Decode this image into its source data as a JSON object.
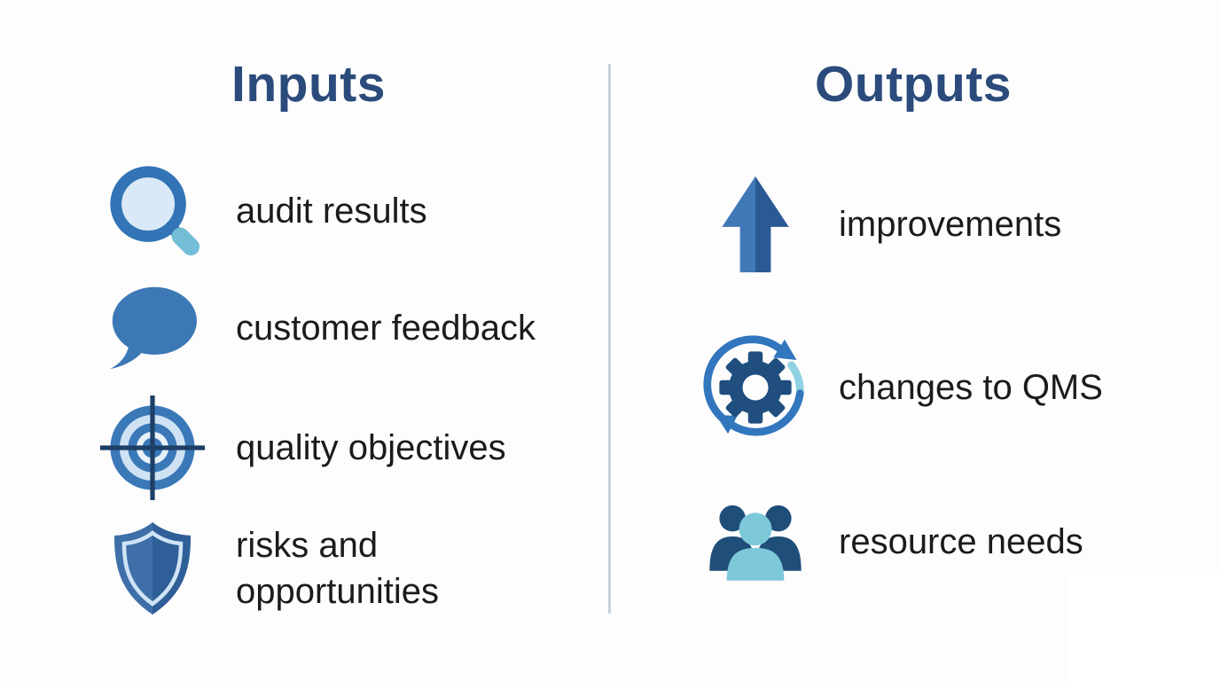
{
  "inputs": {
    "title": "Inputs",
    "items": [
      {
        "icon": "magnifier-icon",
        "label": "audit results"
      },
      {
        "icon": "speech-bubble-icon",
        "label": "customer feedback"
      },
      {
        "icon": "target-icon",
        "label": "quality objectives"
      },
      {
        "icon": "shield-icon",
        "label": "risks and opportunities"
      }
    ]
  },
  "outputs": {
    "title": "Outputs",
    "items": [
      {
        "icon": "up-arrow-icon",
        "label": "improvements"
      },
      {
        "icon": "gear-refresh-icon",
        "label": "changes to QMS"
      },
      {
        "icon": "people-icon",
        "label": "resource needs"
      }
    ]
  },
  "colors": {
    "heading": "#2b4b7c",
    "body_text": "#1b1b1b",
    "divider": "#c3d3de",
    "icon_blue": "#3274b5",
    "icon_mid_blue": "#3c78b6",
    "icon_dark_navy": "#1f4e7f",
    "icon_light_blue": "#d9e9f8",
    "icon_teal": "#7cc5d9",
    "background": "#fdfdfd"
  }
}
